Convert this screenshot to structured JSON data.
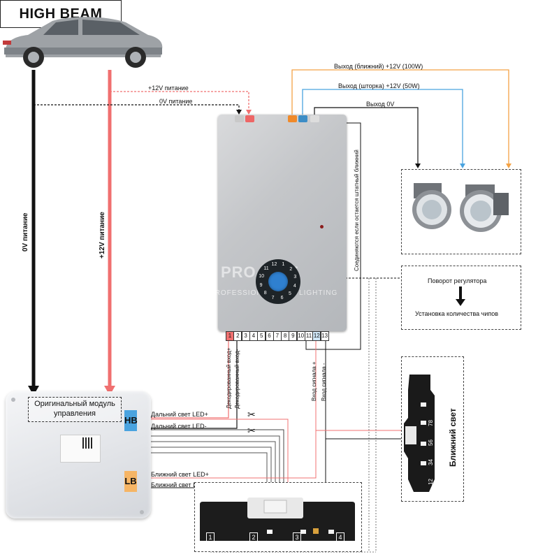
{
  "title": "HIGH BEAM",
  "power": {
    "plus12_top": "+12V питание",
    "zero_top": "0V питание",
    "zero_vertical": "0V питание",
    "plus12_vertical": "+12V питание"
  },
  "outputs": {
    "low_beam": "Выход (ближний) +12V (100W)",
    "shutter": "Выход (шторка) +12V (50W)",
    "zero": "Выход 0V"
  },
  "side_note": "Соединяются если остается штатный ближний",
  "regulator": {
    "line1": "Поворот регулятора",
    "line2": "Установка количества чипов"
  },
  "watermark": {
    "line1": "PRO LINE",
    "line2": "PROFESSIONAL AUTO LIGHTING"
  },
  "module": {
    "label": "Оригинальный модуль управления",
    "hb": "HB",
    "lb": "LB"
  },
  "wires": {
    "high_plus": "Дальний свет LED+",
    "high_minus": "Дальний свет LED-",
    "low_plus": "Ближний свет LED+",
    "low_minus": "Ближний свет LED-"
  },
  "decoded": {
    "plus": "Декодированный вход+",
    "minus": "Декодированный вход-"
  },
  "signal": {
    "plus": "Вход сигнала +",
    "minus": "Вход сигнала -"
  },
  "pins": [
    "1",
    "2",
    "3",
    "4",
    "5",
    "6",
    "7",
    "8",
    "9",
    "10",
    "11",
    "12",
    "13"
  ],
  "dial": [
    "1",
    "2",
    "3",
    "4",
    "5",
    "6",
    "7",
    "8",
    "9",
    "10",
    "11",
    "12"
  ],
  "low_beam_vertical": "Ближний свет",
  "led_board_pins": [
    "1",
    "2",
    "3",
    "4"
  ],
  "led_board_chip_labels": [
    "12",
    "34",
    "56",
    "78"
  ],
  "colors": {
    "red": "#f07070",
    "black": "#111111",
    "orange": "#f4a244",
    "blue": "#4aa3df"
  }
}
